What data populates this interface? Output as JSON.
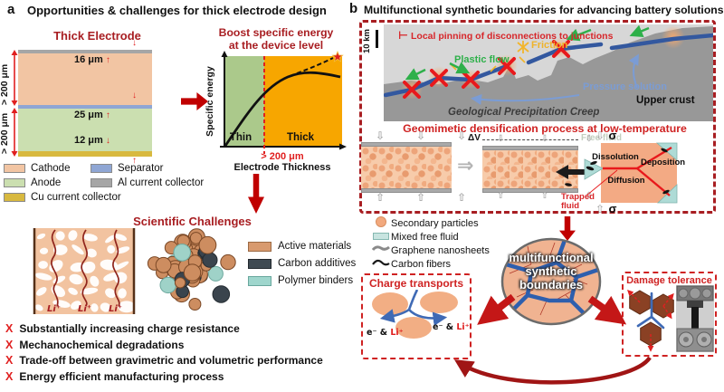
{
  "panel_a": {
    "label": "a",
    "title": "Opportunities & challenges for thick electrode design",
    "electrode": {
      "heading": "Thick Electrode",
      "al_thickness": "16 μm",
      "separator_thickness": "25 μm",
      "cu_thickness": "12 μm",
      "cathode_span": "> 200 μm",
      "anode_span": "> 200 μm"
    },
    "graph": {
      "title_line1": "Boost specific energy",
      "title_line2": "at the device level",
      "ylabel": "Specific energy",
      "xlabel": "Electrode Thickness",
      "thin_label": "Thin",
      "thick_label": "Thick",
      "threshold_label": "> 200 μm"
    },
    "materials_legend": [
      {
        "label": "Cathode",
        "color": "#f2c5a3"
      },
      {
        "label": "Separator",
        "color": "#8fa6d4"
      },
      {
        "label": "Anode",
        "color": "#cbdfb0"
      },
      {
        "label": "Al current collector",
        "color": "#a6a6a6"
      },
      {
        "label": "Cu current collector",
        "color": "#d8b93f"
      }
    ],
    "challenges_heading": "Scientific Challenges",
    "li_labels": [
      "Li⁺",
      "Li⁺",
      "Li⁺"
    ],
    "structure_legend": [
      {
        "label": "Active materials",
        "color": "#d89a6e"
      },
      {
        "label": "Carbon additives",
        "color": "#3f4a52"
      },
      {
        "label": "Polymer binders",
        "color": "#9fd6cd"
      }
    ],
    "x_mark": "X",
    "challenge_items": [
      "Substantially increasing charge resistance",
      "Mechanochemical degradations",
      "Trade-off between gravimetric and volumetric performance",
      "Energy efficient manufacturing process"
    ]
  },
  "panel_b": {
    "label": "b",
    "title": "Multifunctional synthetic boundaries for advancing battery solutions",
    "geology": {
      "scale_label": "10 km",
      "pinning_label": "Local pinning of disconnections to junctions",
      "friction_label": "Friction",
      "plastic_flow_label": "Plastic flow",
      "pressure_solution_label": "Pressure solution",
      "upper_crust_label": "Upper crust",
      "caption": "Geological Precipitation Creep"
    },
    "densification": {
      "title": "Geomimetic densification process at low-temperature",
      "delta_v_label": "ΔV",
      "free_fluid_label": "Free fluid",
      "sigma": "σ",
      "dissolution_label": "Dissolution",
      "diffusion_label": "Diffusion",
      "deposition_label": "Deposition",
      "trapped_fluid_line1": "Trapped",
      "trapped_fluid_line2": "fluid"
    },
    "components_legend": [
      {
        "label": "Secondary particles"
      },
      {
        "label": "Mixed free fluid"
      },
      {
        "label": "Graphene nanosheets"
      },
      {
        "label": "Carbon fibers"
      }
    ],
    "oval": {
      "line1": "multifunctional",
      "line2": "synthetic",
      "line3": "boundaries"
    },
    "charge_box": {
      "title": "Charge transports",
      "left_label_black": "e⁻ &",
      "left_label_red": "Li⁺",
      "right_label_black": "e⁻ &",
      "right_label_red": "Li⁺"
    },
    "damage_box": {
      "title": "Damage tolerance"
    }
  },
  "chart_data": {
    "type": "line",
    "title": "Boost specific energy at the device level",
    "xlabel": "Electrode Thickness",
    "ylabel": "Specific energy",
    "x_regions": [
      {
        "label": "Thin",
        "color": "#abc98b"
      },
      {
        "label": "Thick",
        "color": "#f7a600",
        "starts_at": "> 200 μm"
      }
    ],
    "series": [
      {
        "name": "specific energy vs thickness",
        "style": "solid",
        "x_norm": [
          0,
          0.2,
          0.4,
          0.6,
          0.8,
          1.0
        ],
        "y_norm": [
          0,
          0.45,
          0.72,
          0.85,
          0.88,
          0.84
        ]
      },
      {
        "name": "projected boost with thick electrodes",
        "style": "dashed",
        "x_norm": [
          0.62,
          1.0
        ],
        "y_norm": [
          0.86,
          1.0
        ],
        "endpoint_marker": "red-star"
      }
    ],
    "threshold_label": "> 200 μm",
    "grid": false,
    "legend_position": "none"
  },
  "colors": {
    "heading_red": "#a81e22",
    "arrow_red": "#c00000",
    "x_red": "#e02020",
    "fault_blue": "#33589f",
    "boundary_blue": "#2e5fae",
    "plastic_green": "#2eb04a",
    "friction_yellow": "#efb32b",
    "pressure_blue": "#7b9cd4",
    "particle_orange": "#f2a97e",
    "teal_fluid": "#aedbd6",
    "crust_gray": "#989898",
    "hexagon_brown": "#8a4124"
  }
}
